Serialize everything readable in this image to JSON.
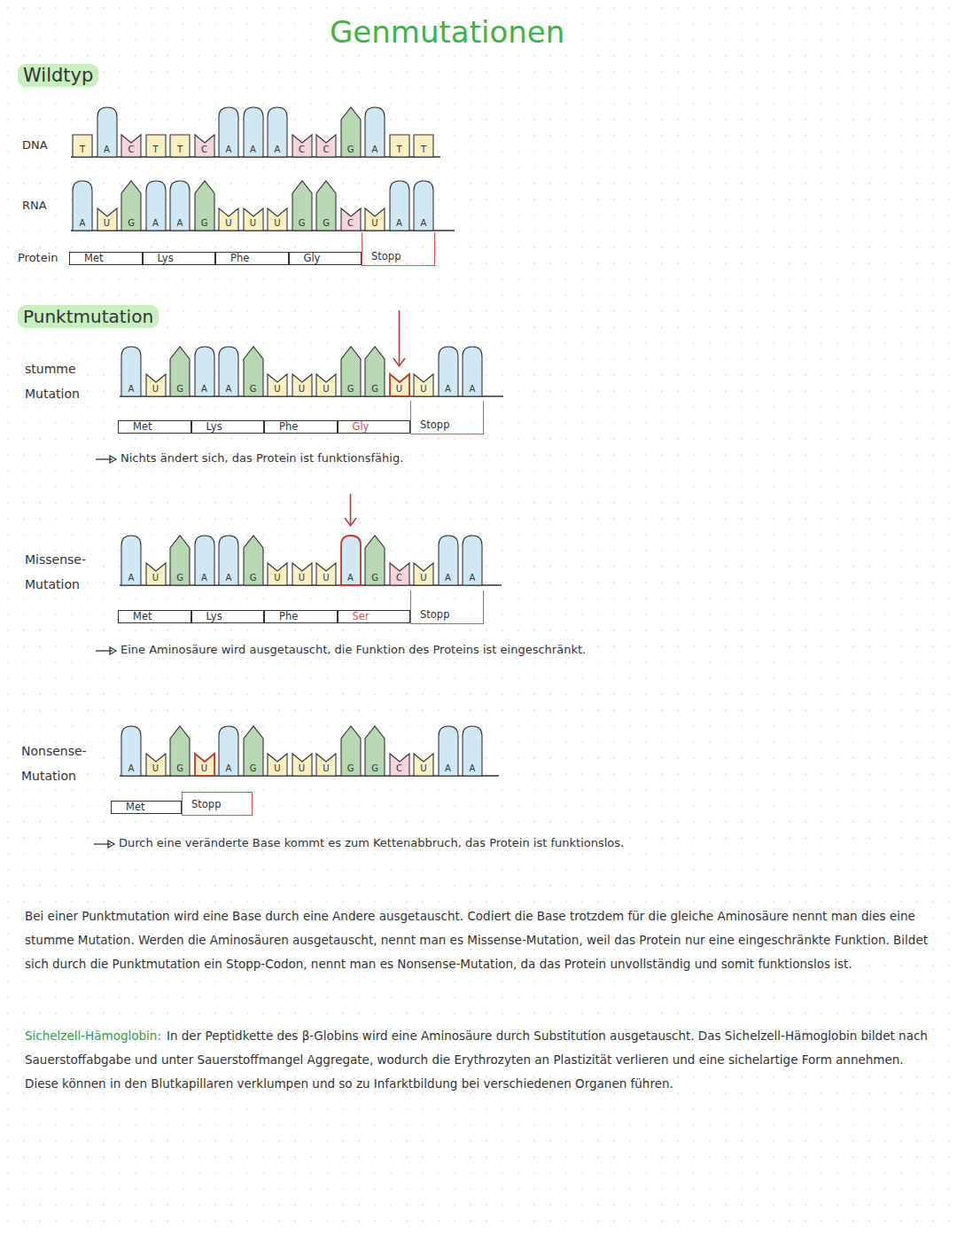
{
  "diagram": {
    "title": "Genmutationen",
    "nodes": [
      {
        "text": [
          "T"
        ]
      },
      {
        "text": [
          "A"
        ]
      },
      {
        "text": [
          "C"
        ]
      },
      {
        "text": [
          "T"
        ]
      },
      {
        "text": [
          "T"
        ]
      },
      {
        "text": [
          "C"
        ]
      },
      {
        "text": [
          "A"
        ]
      },
      {
        "text": [
          "A"
        ]
      },
      {
        "text": [
          "A"
        ]
      },
      {
        "text": [
          "C"
        ]
      },
      {
        "text": [
          "C"
        ]
      },
      {
        "text": [
          "G"
        ]
      },
      {
        "text": [
          "A"
        ]
      },
      {
        "text": [
          "T"
        ]
      },
      {
        "text": [
          "T"
        ]
      },
      {
        "text": [
          "A"
        ]
      },
      {
        "text": [
          "U"
        ]
      },
      {
        "text": [
          "G"
        ]
      },
      {
        "text": [
          "A"
        ]
      },
      {
        "text": [
          "A"
        ]
      },
      {
        "text": [
          "G"
        ]
      },
      {
        "text": [
          "U"
        ]
      },
      {
        "text": [
          "U"
        ]
      },
      {
        "text": [
          "U"
        ]
      },
      {
        "text": [
          "G"
        ]
      },
      {
        "text": [
          "G"
        ]
      },
      {
        "text": [
          "C"
        ]
      },
      {
        "text": [
          "U"
        ]
      },
      {
        "text": [
          "A"
        ]
      },
      {
        "text": [
          "A"
        ]
      },
      {
        "text": [
          "Met"
        ]
      },
      {
        "text": [
          "Lys"
        ]
      },
      {
        "text": [
          "Phe"
        ]
      },
      {
        "text": [
          "Gly"
        ]
      },
      {
        "text": [
          "Stopp"
        ]
      },
      {
        "text": [
          "A"
        ]
      },
      {
        "text": [
          "U"
        ]
      },
      {
        "text": [
          "G"
        ]
      },
      {
        "text": [
          "A"
        ]
      },
      {
        "text": [
          "A"
        ]
      },
      {
        "text": [
          "G"
        ]
      },
      {
        "text": [
          "U"
        ]
      },
      {
        "text": [
          "U"
        ]
      },
      {
        "text": [
          "U"
        ]
      },
      {
        "text": [
          "G"
        ]
      },
      {
        "text": [
          "G"
        ]
      },
      {
        "text": [
          "U"
        ]
      },
      {
        "text": [
          "U"
        ]
      },
      {
        "text": [
          "A"
        ]
      },
      {
        "text": [
          "A"
        ]
      },
      {
        "text": [
          "Met"
        ]
      },
      {
        "text": [
          "Lys"
        ]
      },
      {
        "text": [
          "Phe"
        ]
      },
      {
        "text": [
          "Gly"
        ]
      },
      {
        "text": [
          "Stopp"
        ]
      },
      {
        "text": [
          "A"
        ]
      },
      {
        "text": [
          "U"
        ]
      },
      {
        "text": [
          "G"
        ]
      },
      {
        "text": [
          "A"
        ]
      },
      {
        "text": [
          "A"
        ]
      },
      {
        "text": [
          "G"
        ]
      },
      {
        "text": [
          "U"
        ]
      },
      {
        "text": [
          "U"
        ]
      },
      {
        "text": [
          "U"
        ]
      },
      {
        "text": [
          "A"
        ]
      },
      {
        "text": [
          "G"
        ]
      },
      {
        "text": [
          "C"
        ]
      },
      {
        "text": [
          "U"
        ]
      },
      {
        "text": [
          "A"
        ]
      },
      {
        "text": [
          "A"
        ]
      },
      {
        "text": [
          "Met"
        ]
      },
      {
        "text": [
          "Lys"
        ]
      },
      {
        "text": [
          "Phe"
        ]
      },
      {
        "text": [
          "Ser"
        ]
      },
      {
        "text": [
          "Stopp"
        ]
      },
      {
        "text": [
          "A"
        ]
      },
      {
        "text": [
          "U"
        ]
      },
      {
        "text": [
          "G"
        ]
      },
      {
        "text": [
          "U"
        ]
      },
      {
        "text": [
          "A"
        ]
      },
      {
        "text": [
          "G"
        ]
      },
      {
        "text": [
          "U"
        ]
      },
      {
        "text": [
          "U"
        ]
      },
      {
        "text": [
          "U"
        ]
      },
      {
        "text": [
          "G"
        ]
      },
      {
        "text": [
          "G"
        ]
      },
      {
        "text": [
          "C"
        ]
      },
      {
        "text": [
          "U"
        ]
      },
      {
        "text": [
          "A"
        ]
      },
      {
        "text": [
          "A"
        ]
      },
      {
        "text": [
          "Met"
        ]
      },
      {
        "text": [
          "Stopp"
        ]
      }
    ],
    "labels": [
      "Wildtyp",
      "DNA",
      "RNA",
      "Protein",
      "Punktmutation",
      "stumme Mutation",
      "Nichts ändert sich, das Protein ist funktionsfähig.",
      "Missense-Mutation",
      "Eine Aminosäure wird ausgetauscht, die Funktion des Proteins ist eingeschränkt.",
      "Nonsense-Mutation",
      "Durch eine veränderte Base kommt es zum Kettenabbruch, das Protein ist funktionslos.",
      "Bei einer Punktmutation wird eine Base durch eine Andere ausgetauscht. Codiert die Base trotzdem für die gleiche Aminosäure nennt man dies eine stumme Mutation. Werden die Aminosäuren ausgetauscht, nennt man es Missense-Mutation, weil das Protein nur eine eingeschränkte Funktion. Bildet sich durch die Punktmutation ein Stopp-Codon, nennt man es Nonsense-Mutation, da das Protein unvollständig und somit funktionslos ist.",
      "Sichelzell-Hämoglobin:",
      "In der Peptidkette des β-Globins wird eine Aminosäure durch Substitution ausgetauscht. Das Sichelzell-Hämoglobin bildet nach Sauerstoffabgabe und unter Sauerstoffmangel Aggregate, wodurch die Erythrozyten an Plastizität verlieren und eine sichelartige Form annehmen. Diese können in den Blutkapillaren verklumpen und so zu Infarktbildung bei verschiedenen Organen führen."
    ]
  }
}
